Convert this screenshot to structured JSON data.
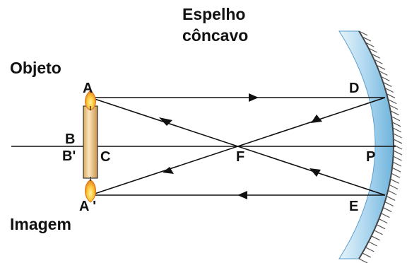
{
  "title_line1": "Espelho",
  "title_line2": "côncavo",
  "label_object": "Objeto",
  "label_image": "Imagem",
  "points": {
    "A": "A",
    "A_prime": "A '",
    "B": "B",
    "B_prime": "B'",
    "C": "C",
    "F": "F",
    "P": "P",
    "D": "D",
    "E": "E"
  },
  "colors": {
    "mirror_light": "#d9eef9",
    "mirror_mid": "#a8d4ee",
    "mirror_dark": "#6fb3dc",
    "flame_outer": "#f29a1a",
    "flame_inner": "#fde26a",
    "candle": "#f6d7a3",
    "ray": "#111111"
  },
  "icons": [
    "candle-object-icon",
    "candle-image-icon",
    "concave-mirror-icon"
  ]
}
